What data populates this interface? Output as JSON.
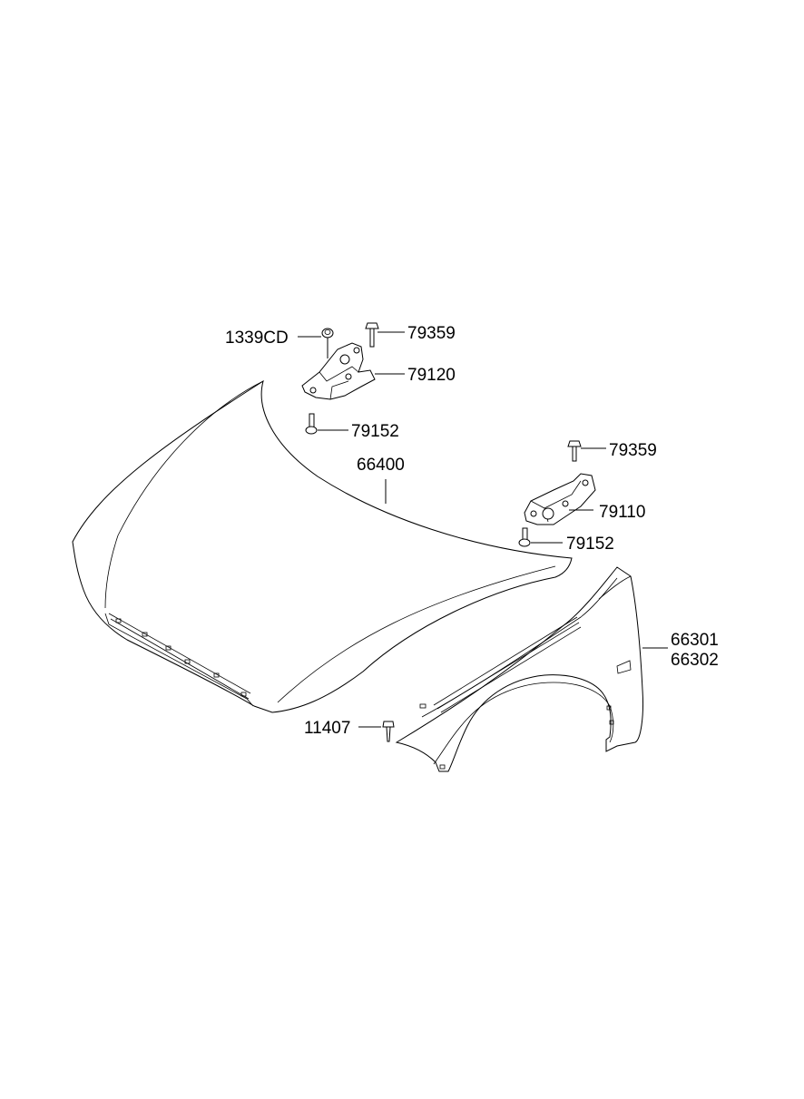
{
  "diagram": {
    "labels": {
      "nut_1339cd": "1339CD",
      "bolt_79359_left": "79359",
      "hinge_79120": "79120",
      "bolt_79152_left": "79152",
      "hood_66400": "66400",
      "bolt_79359_right": "79359",
      "hinge_79110": "79110",
      "bolt_79152_right": "79152",
      "fender_66301": "66301",
      "fender_66302": "66302",
      "screw_11407": "11407"
    },
    "colors": {
      "ink": "#000000",
      "background": "#ffffff"
    }
  }
}
